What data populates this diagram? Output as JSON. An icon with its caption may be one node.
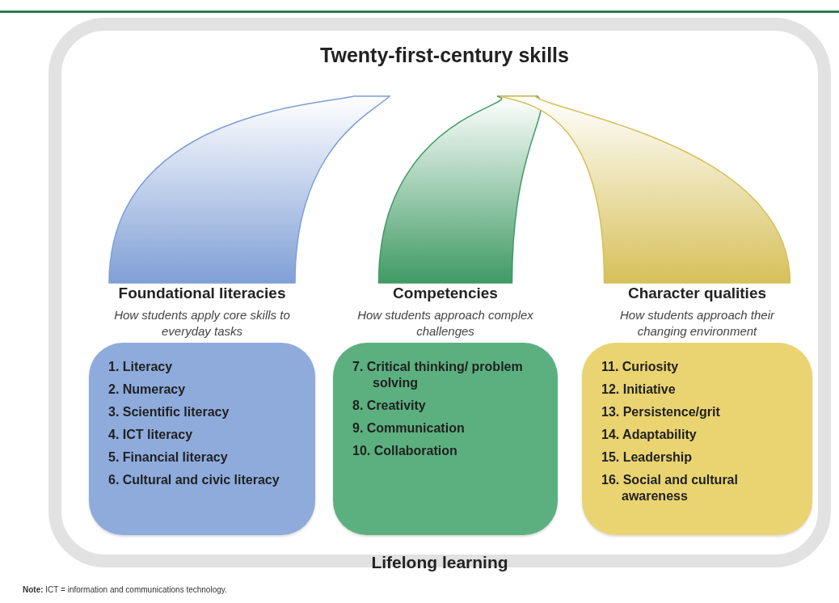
{
  "diagram": {
    "nodes": [
      {
        "text": [
          "Lifelong learning"
        ]
      },
      {
        "text": [
          "Twenty-first-century skills"
        ],
        "in": 0
      },
      {
        "text": [
          "Foundational literacies",
          "How students apply core skills to everyday tasks",
          "1. Literacy",
          "2. Numeracy",
          "3. Scientific literacy",
          "4. ICT literacy",
          "5. Financial literacy",
          "6. Cultural and civic literacy"
        ],
        "in": 0
      },
      {
        "text": [
          "Competencies",
          "How students approach complex challenges",
          "7. Critical thinking/ problem solving",
          "8. Creativity",
          "9. Communication",
          "10. Collaboration"
        ],
        "in": 0
      },
      {
        "text": [
          "Character qualities",
          "How students approach their changing environment",
          "11. Curiosity",
          "12. Initiative",
          "13. Persistence/grit",
          "14. Adaptability",
          "15. Leadership",
          "16. Social and cultural awareness"
        ],
        "in": 0
      }
    ],
    "edges": [
      {
        "from": 1,
        "to": 2,
        "arrow": "none",
        "style": "thick",
        "color": "#7f9fd6"
      },
      {
        "from": 1,
        "to": 3,
        "arrow": "none",
        "style": "thick",
        "color": "#3f9a64"
      },
      {
        "from": 1,
        "to": 4,
        "arrow": "none",
        "style": "thick",
        "color": "#d6c059"
      }
    ],
    "labels": [
      "**Note:** ICT = information and communications technology."
    ]
  }
}
